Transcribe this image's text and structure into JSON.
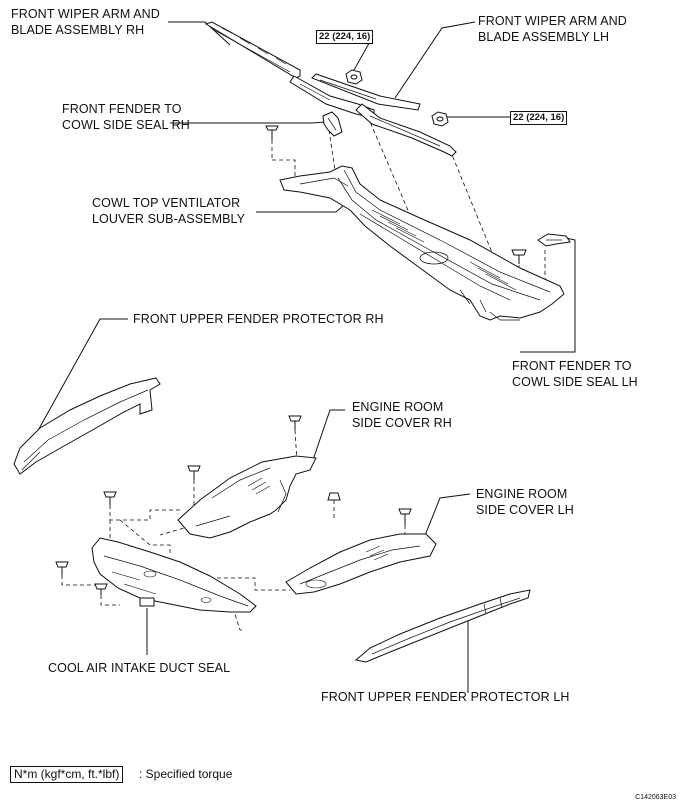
{
  "labels": {
    "wiper_rh_1": "FRONT WIPER ARM AND",
    "wiper_rh_2": "BLADE ASSEMBLY RH",
    "wiper_lh_1": "FRONT WIPER ARM AND",
    "wiper_lh_2": "BLADE ASSEMBLY LH",
    "fender_seal_rh_1": "FRONT FENDER TO",
    "fender_seal_rh_2": "COWL SIDE SEAL RH",
    "cowl_louver_1": "COWL TOP VENTILATOR",
    "cowl_louver_2": "LOUVER SUB-ASSEMBLY",
    "fender_protector_rh": "FRONT UPPER FENDER PROTECTOR RH",
    "fender_seal_lh_1": "FRONT FENDER TO",
    "fender_seal_lh_2": "COWL SIDE SEAL LH",
    "engine_cover_rh_1": "ENGINE ROOM",
    "engine_cover_rh_2": "SIDE COVER RH",
    "engine_cover_lh_1": "ENGINE ROOM",
    "engine_cover_lh_2": "SIDE COVER LH",
    "duct_seal": "COOL AIR INTAKE DUCT SEAL",
    "fender_protector_lh": "FRONT UPPER FENDER PROTECTOR LH"
  },
  "torque": {
    "left": "22 (224, 16)",
    "right": "22 (224, 16)"
  },
  "legend": {
    "unit_box": "N*m (kgf*cm, ft.*lbf)",
    "description": ": Specified torque"
  },
  "figure_code": "C142063E03"
}
